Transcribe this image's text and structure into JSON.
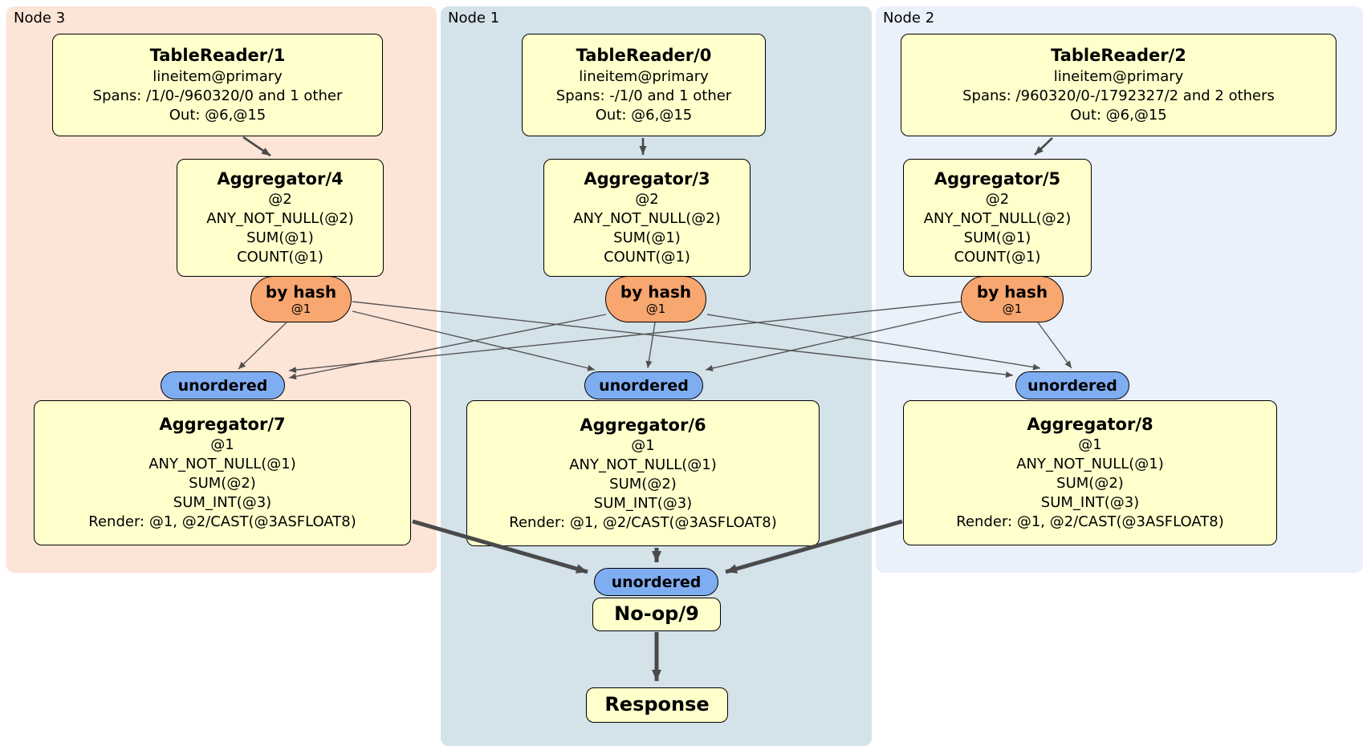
{
  "nodes": [
    {
      "label": "Node 3",
      "table_reader": {
        "title": "TableReader/1",
        "lines": [
          "lineitem@primary",
          "Spans: /1/0-/960320/0 and 1 other",
          "Out: @6,@15"
        ]
      },
      "aggregator_top": {
        "title": "Aggregator/4",
        "lines": [
          "@2",
          "ANY_NOT_NULL(@2)",
          "SUM(@1)",
          "COUNT(@1)"
        ]
      },
      "router": {
        "label": "by hash",
        "detail": "@1"
      },
      "sync": {
        "label": "unordered"
      },
      "aggregator_bottom": {
        "title": "Aggregator/7",
        "lines": [
          "@1",
          "ANY_NOT_NULL(@1)",
          "SUM(@2)",
          "SUM_INT(@3)",
          "Render: @1, @2/CAST(@3ASFLOAT8)"
        ]
      }
    },
    {
      "label": "Node 1",
      "table_reader": {
        "title": "TableReader/0",
        "lines": [
          "lineitem@primary",
          "Spans: -/1/0 and 1 other",
          "Out: @6,@15"
        ]
      },
      "aggregator_top": {
        "title": "Aggregator/3",
        "lines": [
          "@2",
          "ANY_NOT_NULL(@2)",
          "SUM(@1)",
          "COUNT(@1)"
        ]
      },
      "router": {
        "label": "by hash",
        "detail": "@1"
      },
      "sync": {
        "label": "unordered"
      },
      "aggregator_bottom": {
        "title": "Aggregator/6",
        "lines": [
          "@1",
          "ANY_NOT_NULL(@1)",
          "SUM(@2)",
          "SUM_INT(@3)",
          "Render: @1, @2/CAST(@3ASFLOAT8)"
        ]
      }
    },
    {
      "label": "Node 2",
      "table_reader": {
        "title": "TableReader/2",
        "lines": [
          "lineitem@primary",
          "Spans: /960320/0-/1792327/2 and 2 others",
          "Out: @6,@15"
        ]
      },
      "aggregator_top": {
        "title": "Aggregator/5",
        "lines": [
          "@2",
          "ANY_NOT_NULL(@2)",
          "SUM(@1)",
          "COUNT(@1)"
        ]
      },
      "router": {
        "label": "by hash",
        "detail": "@1"
      },
      "sync": {
        "label": "unordered"
      },
      "aggregator_bottom": {
        "title": "Aggregator/8",
        "lines": [
          "@1",
          "ANY_NOT_NULL(@1)",
          "SUM(@2)",
          "SUM_INT(@3)",
          "Render: @1, @2/CAST(@3ASFLOAT8)"
        ]
      }
    }
  ],
  "final_stage": {
    "sync_label": "unordered",
    "noop_title": "No-op/9",
    "response_title": "Response"
  },
  "colors": {
    "node3_bg": "#fce4d6",
    "node1_bg": "#d4e2ea",
    "node2_bg": "#eaf1fb",
    "processor_bg": "#ffffcc",
    "router_bg": "#f7a76f",
    "sync_bg": "#7fadf2",
    "edge": "#4a4a4a"
  }
}
